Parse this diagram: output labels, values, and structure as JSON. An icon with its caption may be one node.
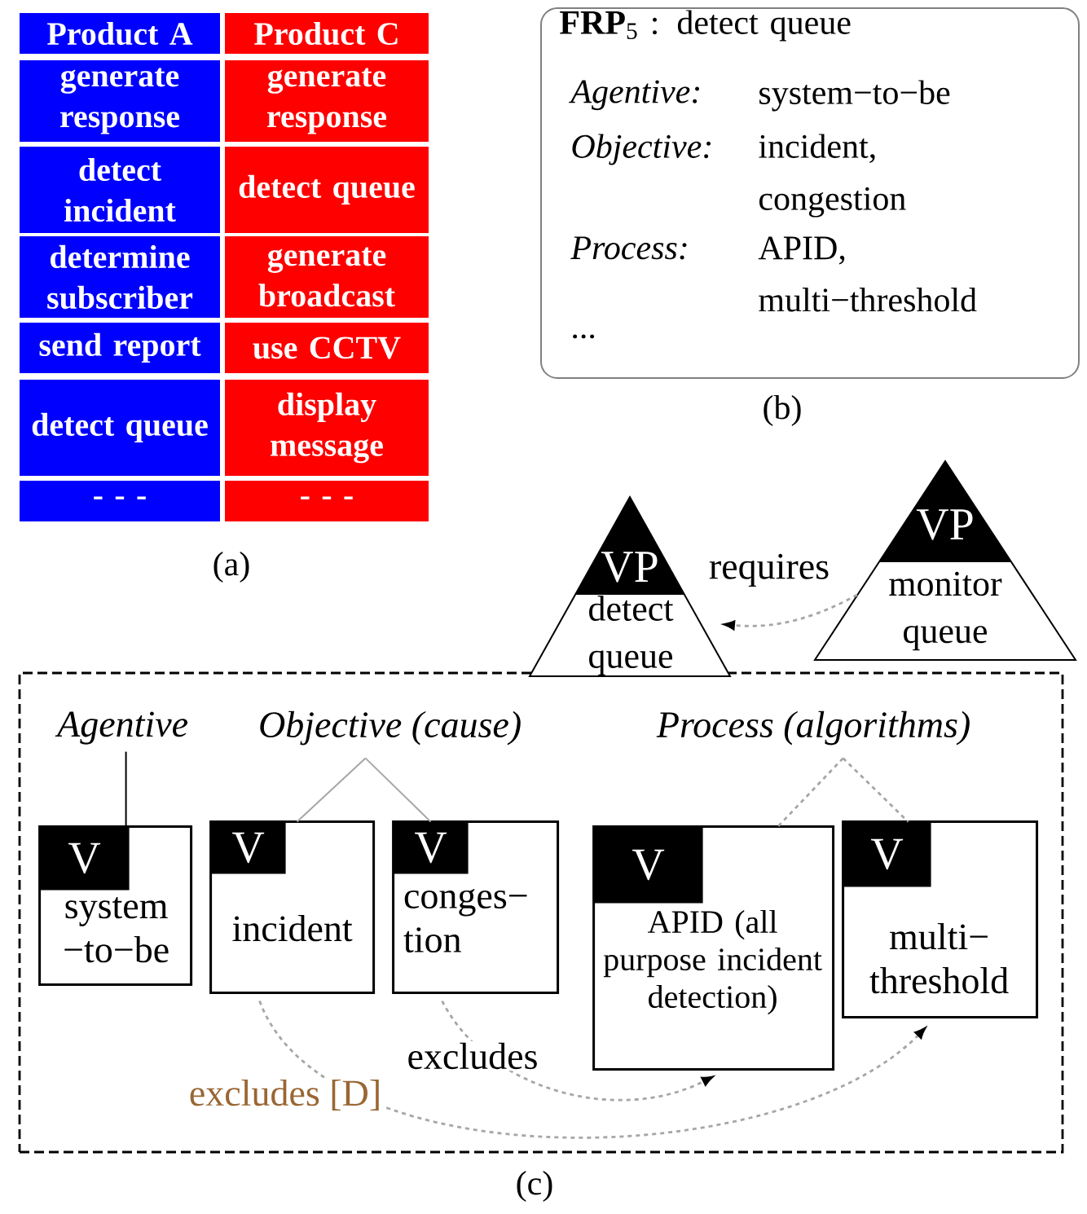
{
  "diagram": {
    "nodes": [
      {
        "text": [
          "**FRP**$_{5}$ : detect queue",
          "Agentive:",
          "system−to−be",
          "Objective:",
          "incident, congestion",
          "Process:",
          "APID, multi−threshold",
          "..."
        ]
      },
      {
        "text": [
          "VP",
          "detect queue"
        ]
      },
      {
        "text": [
          "VP",
          "monitor queue"
        ]
      },
      {
        "text": [],
        "shape": "box"
      },
      {
        "text": [
          "Agentive"
        ],
        "in": 3
      },
      {
        "text": [
          "Objective (cause)"
        ],
        "in": 3
      },
      {
        "text": [
          "Process (algorithms)"
        ],
        "in": 3
      },
      {
        "text": [
          "V",
          "system −to−be"
        ],
        "in": 3
      },
      {
        "text": [
          "V",
          "incident"
        ],
        "in": 3
      },
      {
        "text": [
          "V",
          "conges− tion"
        ],
        "in": 3
      },
      {
        "text": [
          "V",
          "APID (all purpose incident detection)"
        ],
        "in": 3
      },
      {
        "text": [
          "V",
          "multi− threshold"
        ],
        "in": 3
      }
    ],
    "edges": [
      {
        "from": 2,
        "to": 1,
        "arrow": "to",
        "label": "requires",
        "style": "dashed"
      },
      {
        "from": 4,
        "to": 7,
        "arrow": "none",
        "color": "#000000"
      },
      {
        "from": 5,
        "to": 8,
        "arrow": "none"
      },
      {
        "from": 5,
        "to": 9,
        "arrow": "none"
      },
      {
        "from": 6,
        "to": 10,
        "arrow": "none",
        "style": "dashed"
      },
      {
        "from": 6,
        "to": 11,
        "arrow": "none",
        "style": "dashed"
      },
      {
        "from": 9,
        "to": 10,
        "arrow": "to",
        "label": "excludes",
        "style": "dashed"
      },
      {
        "from": 8,
        "to": 11,
        "arrow": "to",
        "label": "excludes [D]",
        "style": "dashed"
      }
    ],
    "labels": [
      "Product A",
      "Product C",
      "generate response",
      "generate response",
      "detect incident",
      "detect queue",
      "determine subscriber",
      "generate broadcast",
      "send report",
      "use CCTV",
      "detect queue",
      "display message",
      "- - -",
      "- - -",
      "(a)",
      "(b)",
      "(c)"
    ]
  }
}
